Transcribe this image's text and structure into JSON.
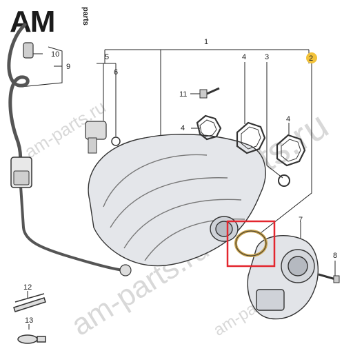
{
  "logo": {
    "main": "AM",
    "side": "parts"
  },
  "watermarks": [
    "am-parts.ru",
    "am-parts.ru",
    "am-parts.ru",
    "am-parts.ru"
  ],
  "callouts": [
    "1",
    "2",
    "3",
    "4",
    "4",
    "4",
    "5",
    "6",
    "7",
    "8",
    "9",
    "10",
    "11",
    "12",
    "13"
  ],
  "colors": {
    "highlight_box": "#e3262e",
    "badge": "#f2c23a",
    "gasket": "#c9a24a",
    "ink": "#222222"
  }
}
